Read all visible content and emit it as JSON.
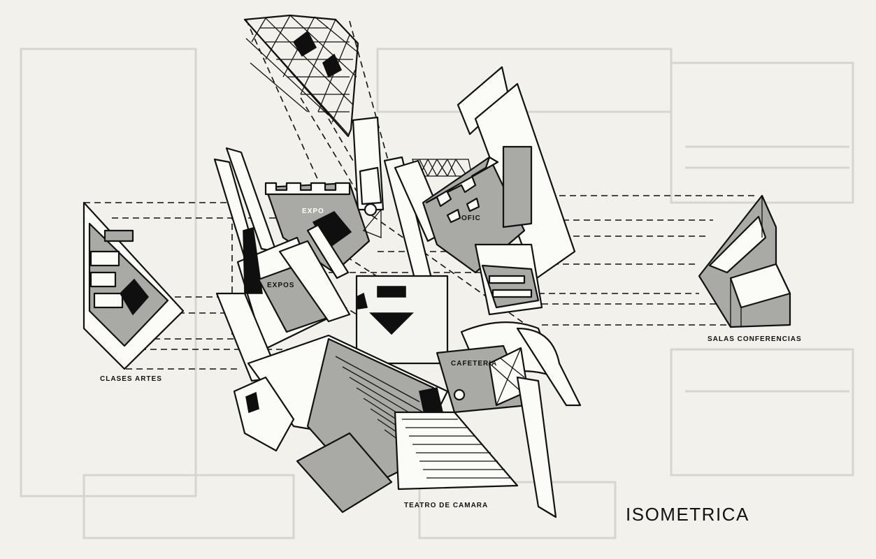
{
  "title": "ISOMETRICA",
  "labels": {
    "expo": "EXPO",
    "expos": "EXPOS",
    "ofic": "OFIC",
    "cafeteria": "CAFETERIA",
    "clases_artes": "CLASES ARTES",
    "salas_conferencias": "SALAS CONFERENCIAS",
    "teatro_de_camara": "TEATRO DE CAMARA"
  },
  "colors": {
    "paper": "#f2f1ec",
    "ink": "#111111",
    "tone": "#a9a9a6"
  }
}
